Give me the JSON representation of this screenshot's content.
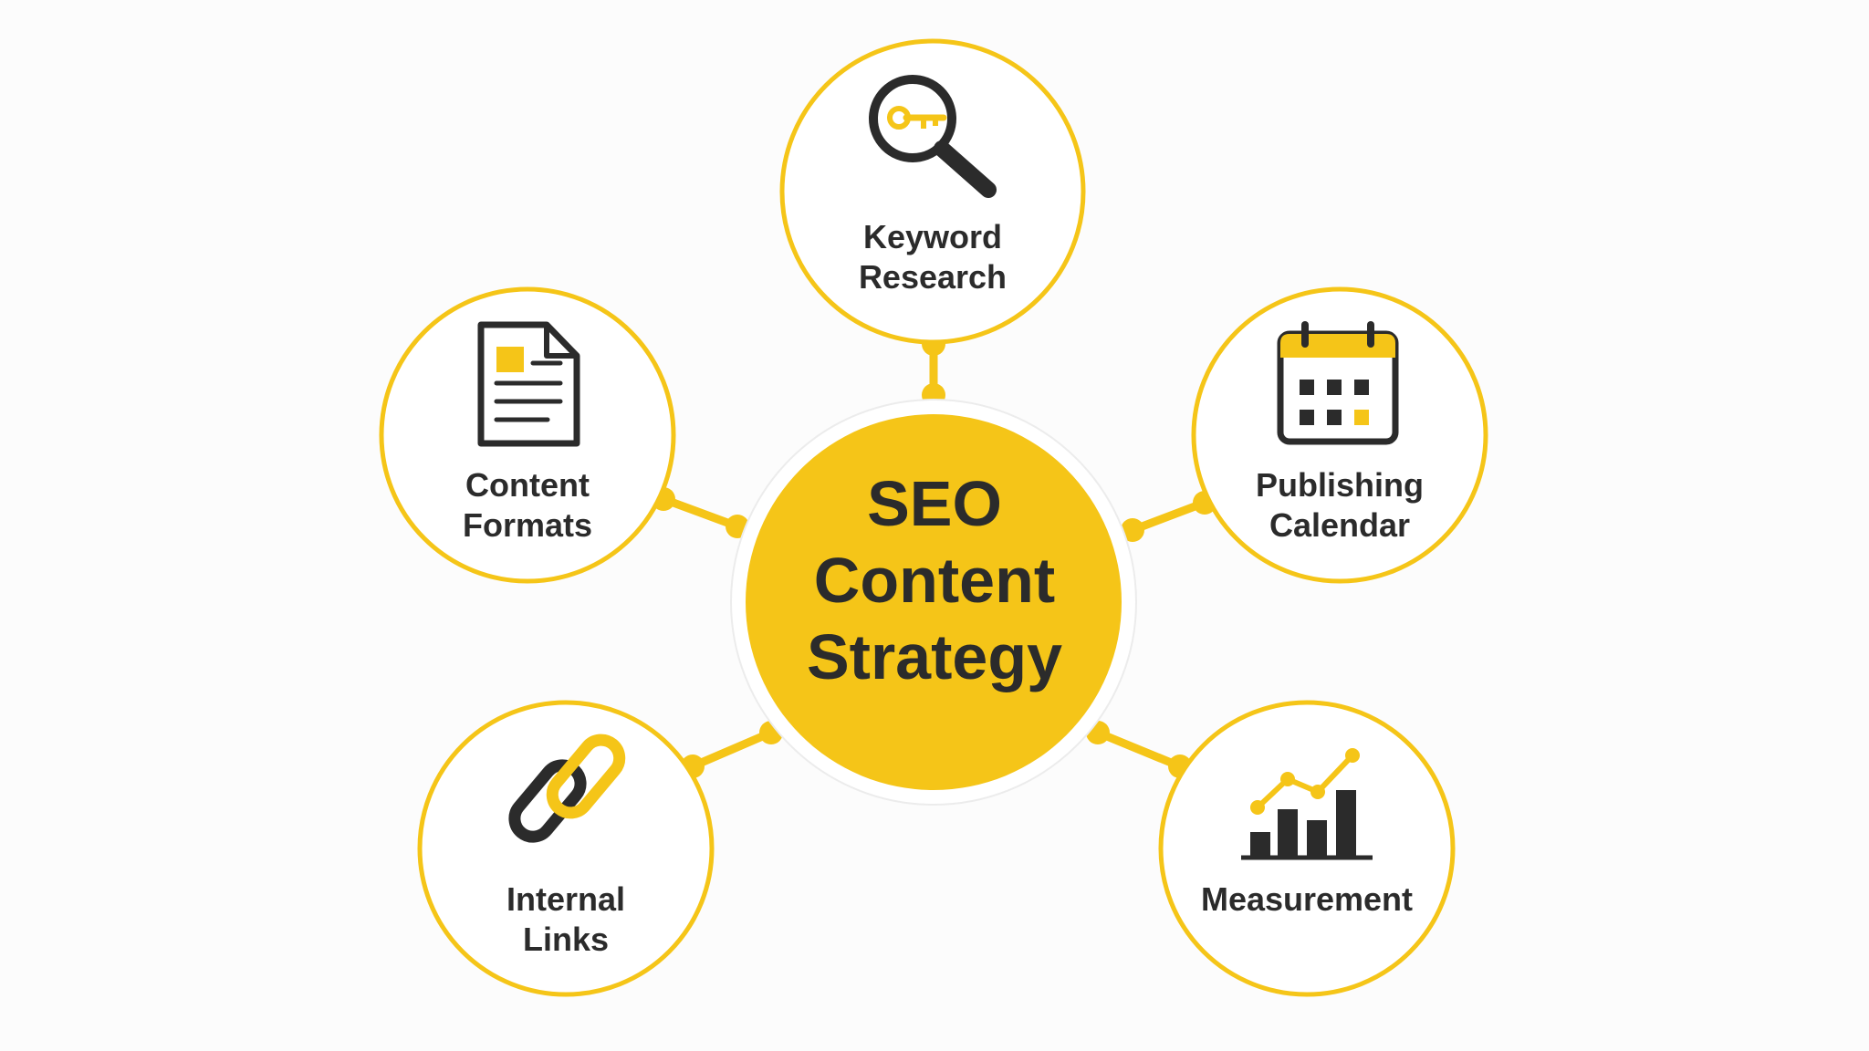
{
  "colors": {
    "accent": "#f5c518",
    "dark": "#2b2b2b",
    "background": "#fcfcfc",
    "node_fill": "#ffffff"
  },
  "center": {
    "lines": [
      "SEO",
      "Content",
      "Strategy"
    ]
  },
  "nodes": [
    {
      "id": "keyword-research",
      "icon": "magnifier-key-icon",
      "lines": [
        "Keyword",
        "Research"
      ]
    },
    {
      "id": "content-formats",
      "icon": "document-icon",
      "lines": [
        "Content",
        "Formats"
      ]
    },
    {
      "id": "publishing-calendar",
      "icon": "calendar-icon",
      "lines": [
        "Publishing",
        "Calendar"
      ]
    },
    {
      "id": "internal-links",
      "icon": "chain-link-icon",
      "lines": [
        "Internal",
        "Links"
      ]
    },
    {
      "id": "measurement",
      "icon": "bar-line-chart-icon",
      "lines": [
        "Measurement"
      ]
    }
  ]
}
